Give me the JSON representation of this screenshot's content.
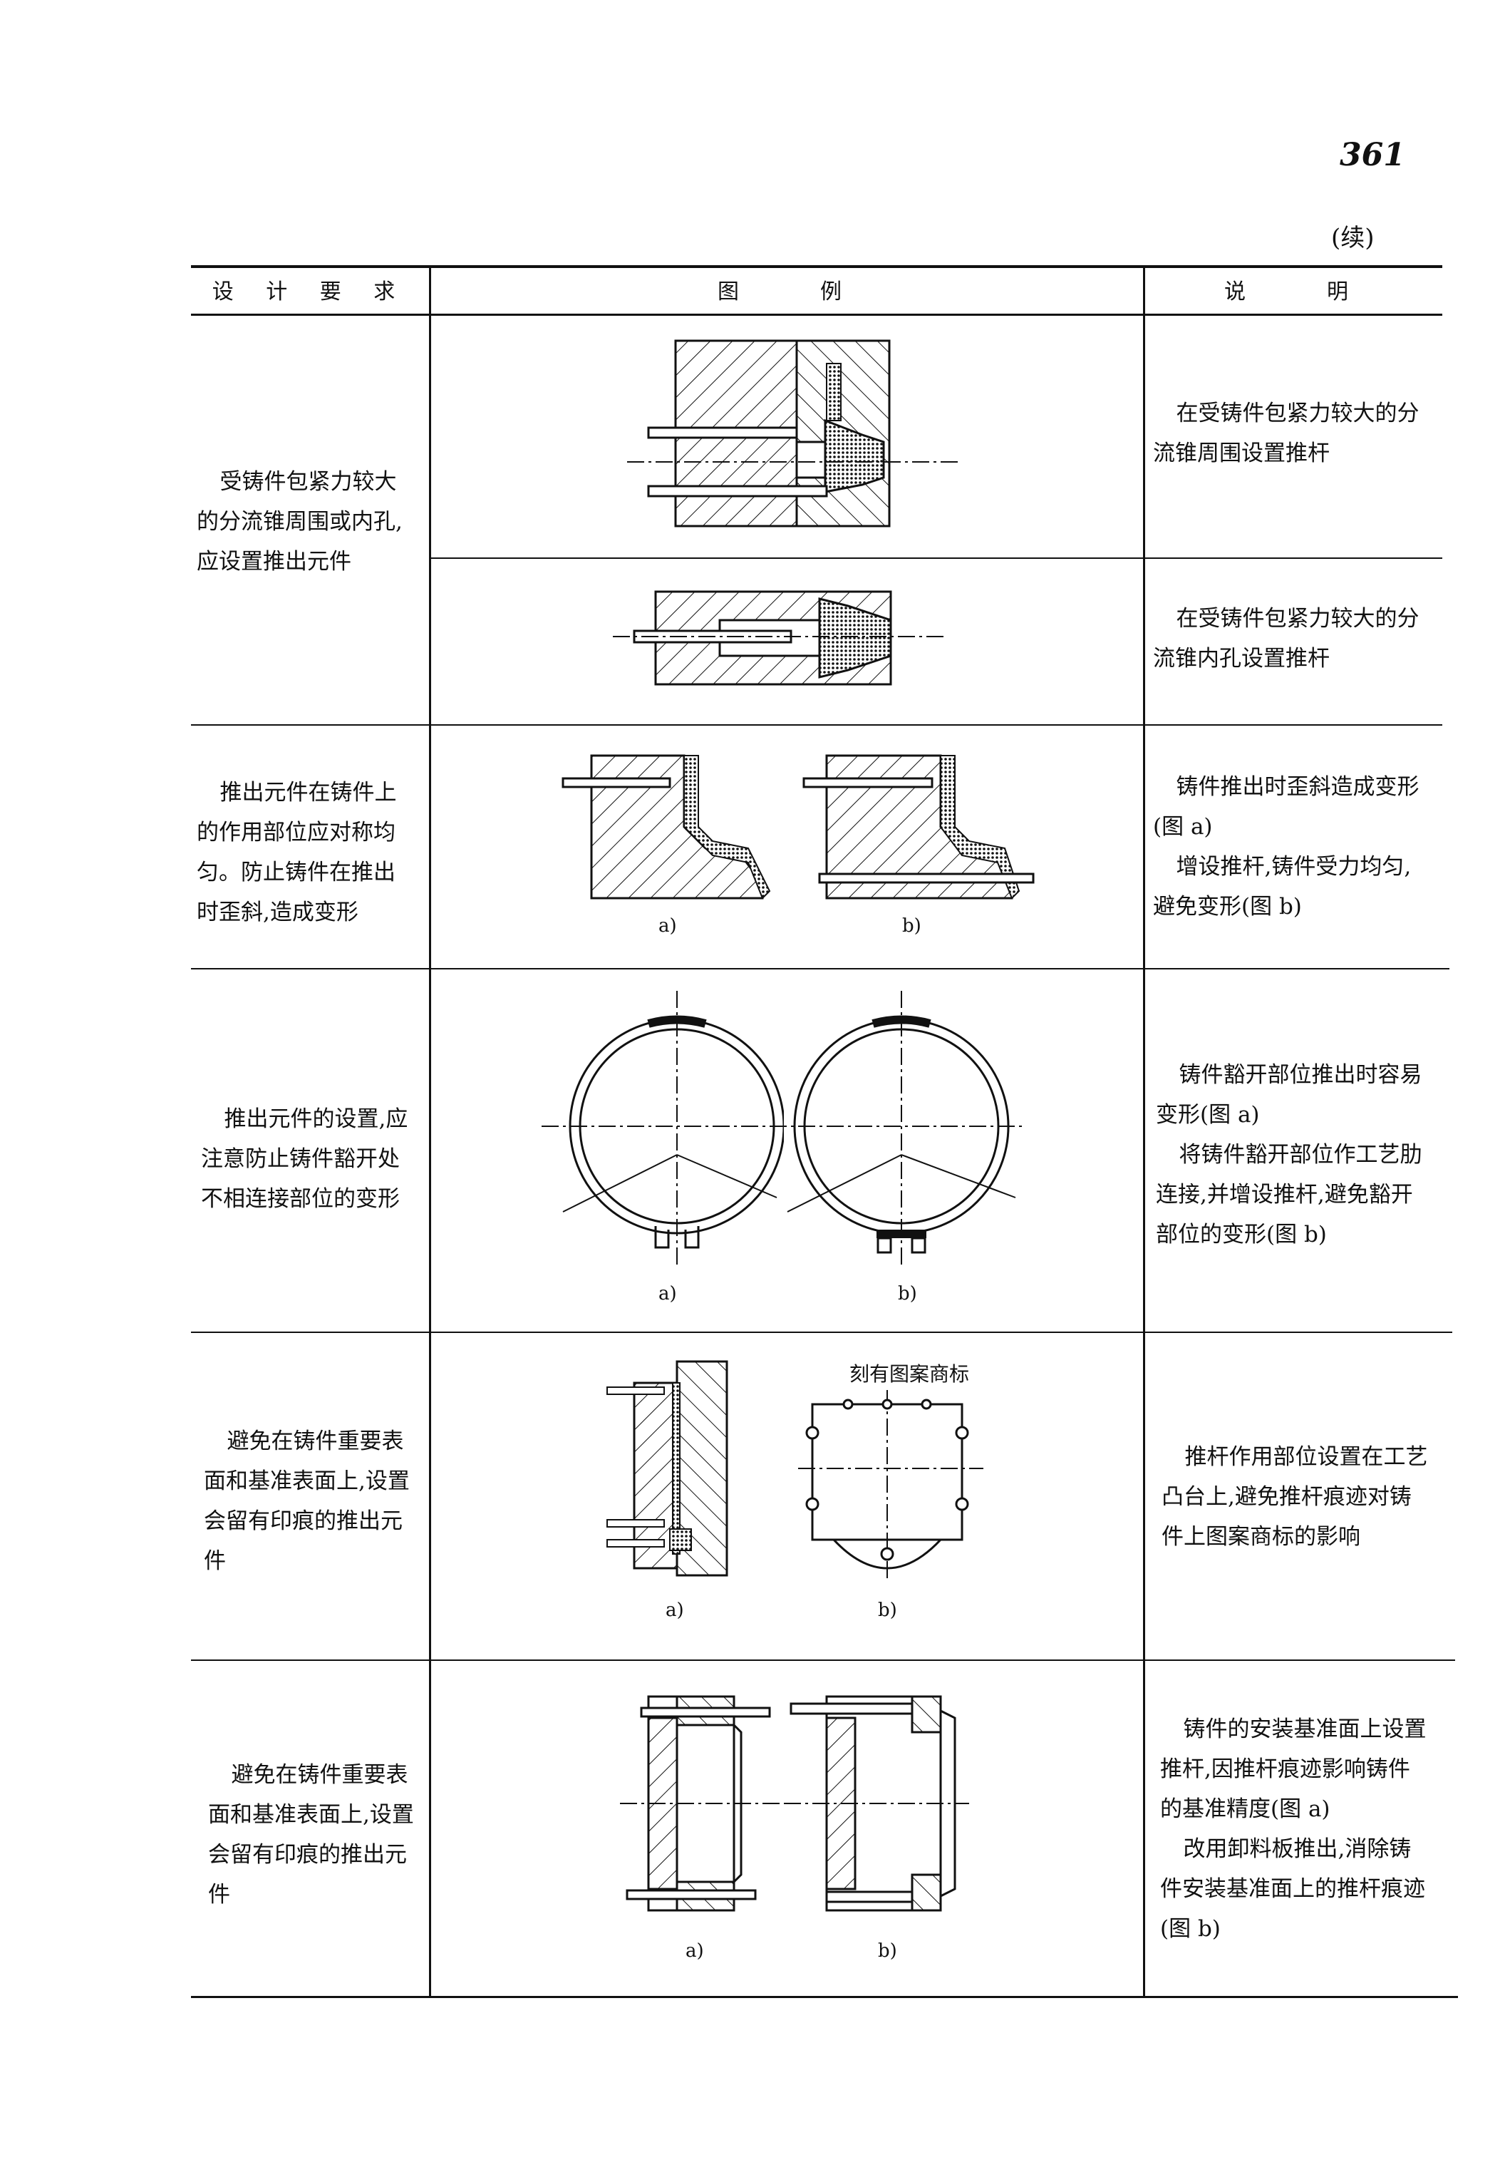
{
  "page_number": "361",
  "continued": "(续)",
  "headers": [
    "设 计 要 求",
    "图　　例",
    "说　　明"
  ],
  "rows": [
    {
      "requirement": [
        "受铸件包紧力较大",
        "的分流锥周围或内孔,",
        "应设置推出元件"
      ],
      "subrows": [
        {
          "explanation": [
            "在受铸件包紧力较大的分",
            "流锥周围设置推杆"
          ]
        },
        {
          "explanation": [
            "在受铸件包紧力较大的分",
            "流锥内孔设置推杆"
          ]
        }
      ]
    },
    {
      "requirement": [
        "推出元件在铸件上",
        "的作用部位应对称均",
        "匀。防止铸件在推出",
        "时歪斜,造成变形"
      ],
      "labels": [
        "a)",
        "b)"
      ],
      "explanation": [
        "铸件推出时歪斜造成变形",
        "(图 a)",
        "增设推杆,铸件受力均匀,",
        "避免变形(图 b)"
      ]
    },
    {
      "requirement": [
        "推出元件的设置,应",
        "注意防止铸件豁开处",
        "不相连接部位的变形"
      ],
      "labels": [
        "a)",
        "b)"
      ],
      "explanation": [
        "铸件豁开部位推出时容易",
        "变形(图 a)",
        "将铸件豁开部位作工艺肋",
        "连接,并增设推杆,避免豁开",
        "部位的变形(图 b)"
      ]
    },
    {
      "requirement": [
        "避免在铸件重要表",
        "面和基准表面上,设置",
        "会留有印痕的推出元",
        "件"
      ],
      "labels": [
        "a)",
        "b)"
      ],
      "annotation": "刻有图案商标",
      "explanation": [
        "推杆作用部位设置在工艺",
        "凸台上,避免推杆痕迹对铸",
        "件上图案商标的影响"
      ]
    },
    {
      "requirement": [
        "避免在铸件重要表",
        "面和基准表面上,设置",
        "会留有印痕的推出元",
        "件"
      ],
      "labels": [
        "a)",
        "b)"
      ],
      "explanation": [
        "铸件的安装基准面上设置",
        "推杆,因推杆痕迹影响铸件",
        "的基准精度(图 a)",
        "改用卸料板推出,消除铸",
        "件安装基准面上的推杆痕迹",
        "(图 b)"
      ]
    }
  ]
}
